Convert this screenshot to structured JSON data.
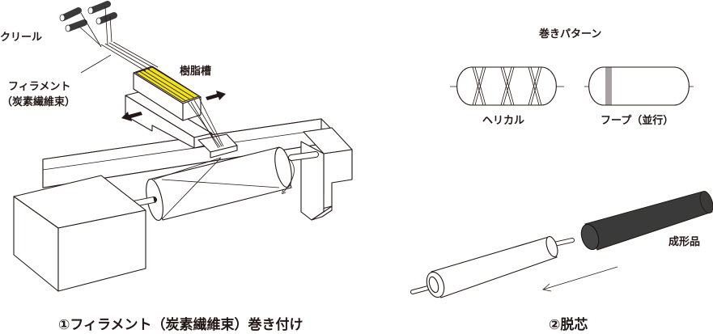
{
  "figure1": {
    "creel_label": "クリール",
    "filament_label_line1": "フィラメント",
    "filament_label_line2": "（炭素繊維束）",
    "resin_tank_label": "樹脂槽",
    "caption": "①フィラメント（炭素繊維束）巻き付け"
  },
  "winding_patterns": {
    "title": "巻きパターン",
    "helical_label": "ヘリカル",
    "hoop_label": "フープ（並行）"
  },
  "figure2": {
    "product_label": "成形品",
    "caption": "②脱芯"
  },
  "colors": {
    "resin": "#f2e21a",
    "product": "#3a3a3a",
    "line": "#231815"
  }
}
